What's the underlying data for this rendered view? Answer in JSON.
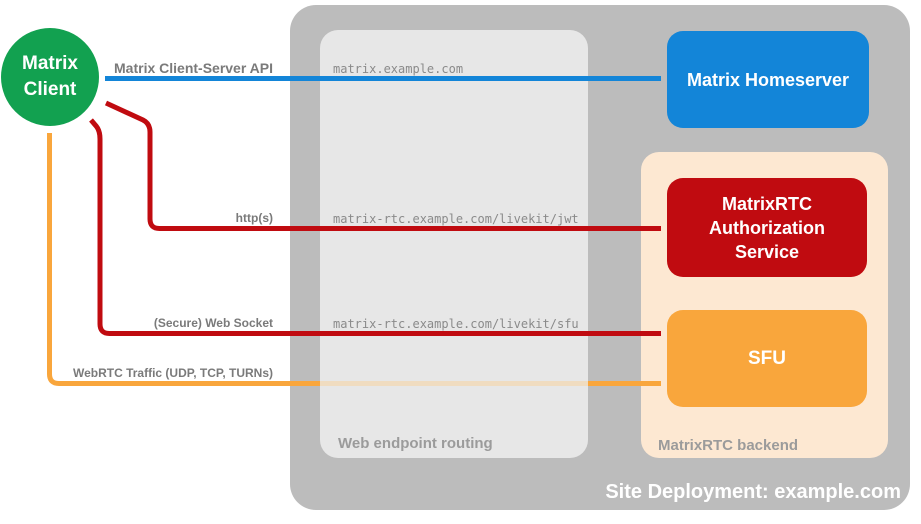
{
  "client": {
    "line1": "Matrix",
    "line2": "Client",
    "color": "#12A150"
  },
  "site": {
    "caption": "Site Deployment: example.com",
    "color": "#BCBCBC",
    "homeserver": {
      "label": "Matrix Homeserver",
      "color": "#1385D8"
    },
    "routing": {
      "caption": "Web endpoint routing",
      "color": "#E7E7E7",
      "endpoints": [
        "matrix.example.com",
        "matrix-rtc.example.com/livekit/jwt",
        "matrix-rtc.example.com/livekit/sfu"
      ]
    },
    "backend": {
      "caption": "MatrixRTC backend",
      "color": "#FDE8D2",
      "auth": {
        "line1": "MatrixRTC",
        "line2": "Authorization",
        "line3": "Service",
        "color": "#C00B10"
      },
      "sfu": {
        "label": "SFU",
        "color": "#F9A63C"
      }
    }
  },
  "connections": [
    {
      "label": "Matrix Client-Server API",
      "color": "#1385D8",
      "from": "Matrix Client",
      "to": "Matrix Homeserver",
      "bidirectional": true
    },
    {
      "label": "http(s)",
      "color": "#C00B10",
      "from": "Matrix Client",
      "to": "MatrixRTC Authorization Service",
      "bidirectional": true
    },
    {
      "label": "(Secure) Web Socket",
      "color": "#C00B10",
      "from": "Matrix Client",
      "to": "SFU",
      "bidirectional": true
    },
    {
      "label": "WebRTC Traffic (UDP, TCP, TURNs)",
      "color": "#F9A63C",
      "from": "Matrix Client",
      "to": "SFU",
      "bidirectional": true
    }
  ]
}
